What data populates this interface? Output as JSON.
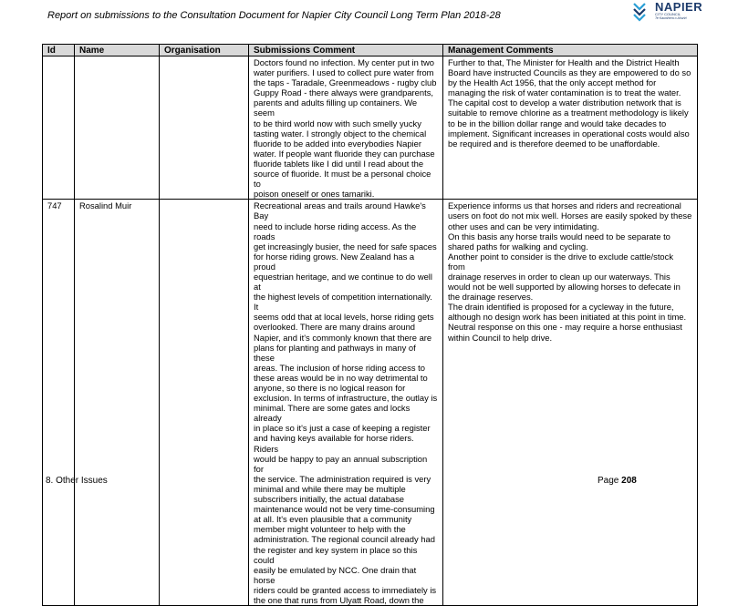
{
  "header": {
    "title": "Report on submissions to the Consultation Document for Napier City Council Long Term Plan 2018-28",
    "logo_name": "NAPIER",
    "logo_sub": "CITY COUNCIL",
    "logo_sub2": "Te Kaunihera o Ahuriri"
  },
  "table": {
    "columns": [
      "Id",
      "Name",
      "Organisation",
      "Submissions Comment",
      "Management Comments"
    ],
    "rows": [
      {
        "id": "",
        "name": "",
        "organisation": "",
        "comment": "Doctors found no infection. My center put in two\nwater purifiers. I used to collect pure water from\nthe taps - Taradale, Greenmeadows - rugby club\nGuppy Road - there always were grandparents,\nparents and adults filling up containers. We seem\nto be third world now with such smelly yucky\ntasting water. I strongly object to the chemical\nfluoride to be added into everybodies Napier\nwater. If people want fluoride they can purchase\nfluoride tablets like I did until I read about the\nsource of fluoride. It must be a personal choice to\npoison oneself or ones tamariki.",
        "management": "Further to that, The Minister for Health and the District Health\nBoard have instructed Councils as they are empowered to do so\nby the Health Act 1956, that the only accept method for\nmanaging the risk of water contamination is to treat the water.\nThe capital cost to develop a water distribution network that is\nsuitable to remove chlorine as a treatment methodology is likely\nto be in the billion dollar range and would take decades to\nimplement. Significant increases in operational costs would also\nbe required and is therefore deemed to be unaffordable."
      },
      {
        "id": "747",
        "name": "Rosalind Muir",
        "organisation": "",
        "comment": "Recreational areas and trails around Hawke's Bay\nneed to include horse riding access.  As the roads\nget increasingly busier, the need for safe spaces\nfor horse riding grows.  New Zealand has a proud\nequestrian heritage, and we continue to do well at\nthe highest levels of competition internationally.  It\nseems odd that at local levels, horse riding gets\noverlooked.  There are many drains around\nNapier, and it's commonly known that there are\nplans for planting and pathways in many of these\nareas.  The inclusion of horse riding access to\nthese areas would be in no way detrimental to\nanyone, so there is no logical reason for\nexclusion.  In terms of infrastructure, the outlay is\nminimal.  There are some gates and locks already\nin place so it's just a case of keeping a register\nand having keys available for horse riders.  Riders\nwould be happy to pay an annual subscription for\nthe service.  The administration required is very\nminimal and while there may be multiple\nsubscribers initially, the actual database\nmaintenance would not be very time-consuming\nat all.  It's even plausible that a community\nmember might volunteer to help with the\nadministration.  The regional council already had\nthe register and key system in place so this could\neasily be emulated by NCC.  One drain that horse\nriders could be granted access to immediately is\nthe one that runs from Ulyatt Road, down the",
        "management": " Experience informs us that horses and riders and recreational\nusers on foot do not mix well. Horses are easily spoked by these\nother uses and can be very intimidating.\nOn this basis any horse trails would need to be separate to\nshared paths for walking and cycling.\nAnother point to consider is the drive to exclude cattle/stock from\ndrainage reserves in order to clean up our waterways. This\nwould not be well supported by allowing horses to defecate in\nthe drainage reserves.\nThe drain identified is proposed for a cycleway in the future,\nalthough no design work has been initiated at this point in time.\nNeutral response on this one - may require a horse enthusiast\nwithin Council to help drive."
      }
    ]
  },
  "footer": {
    "section": "8. Other Issues",
    "page_label": "Page ",
    "page_number": "208"
  }
}
